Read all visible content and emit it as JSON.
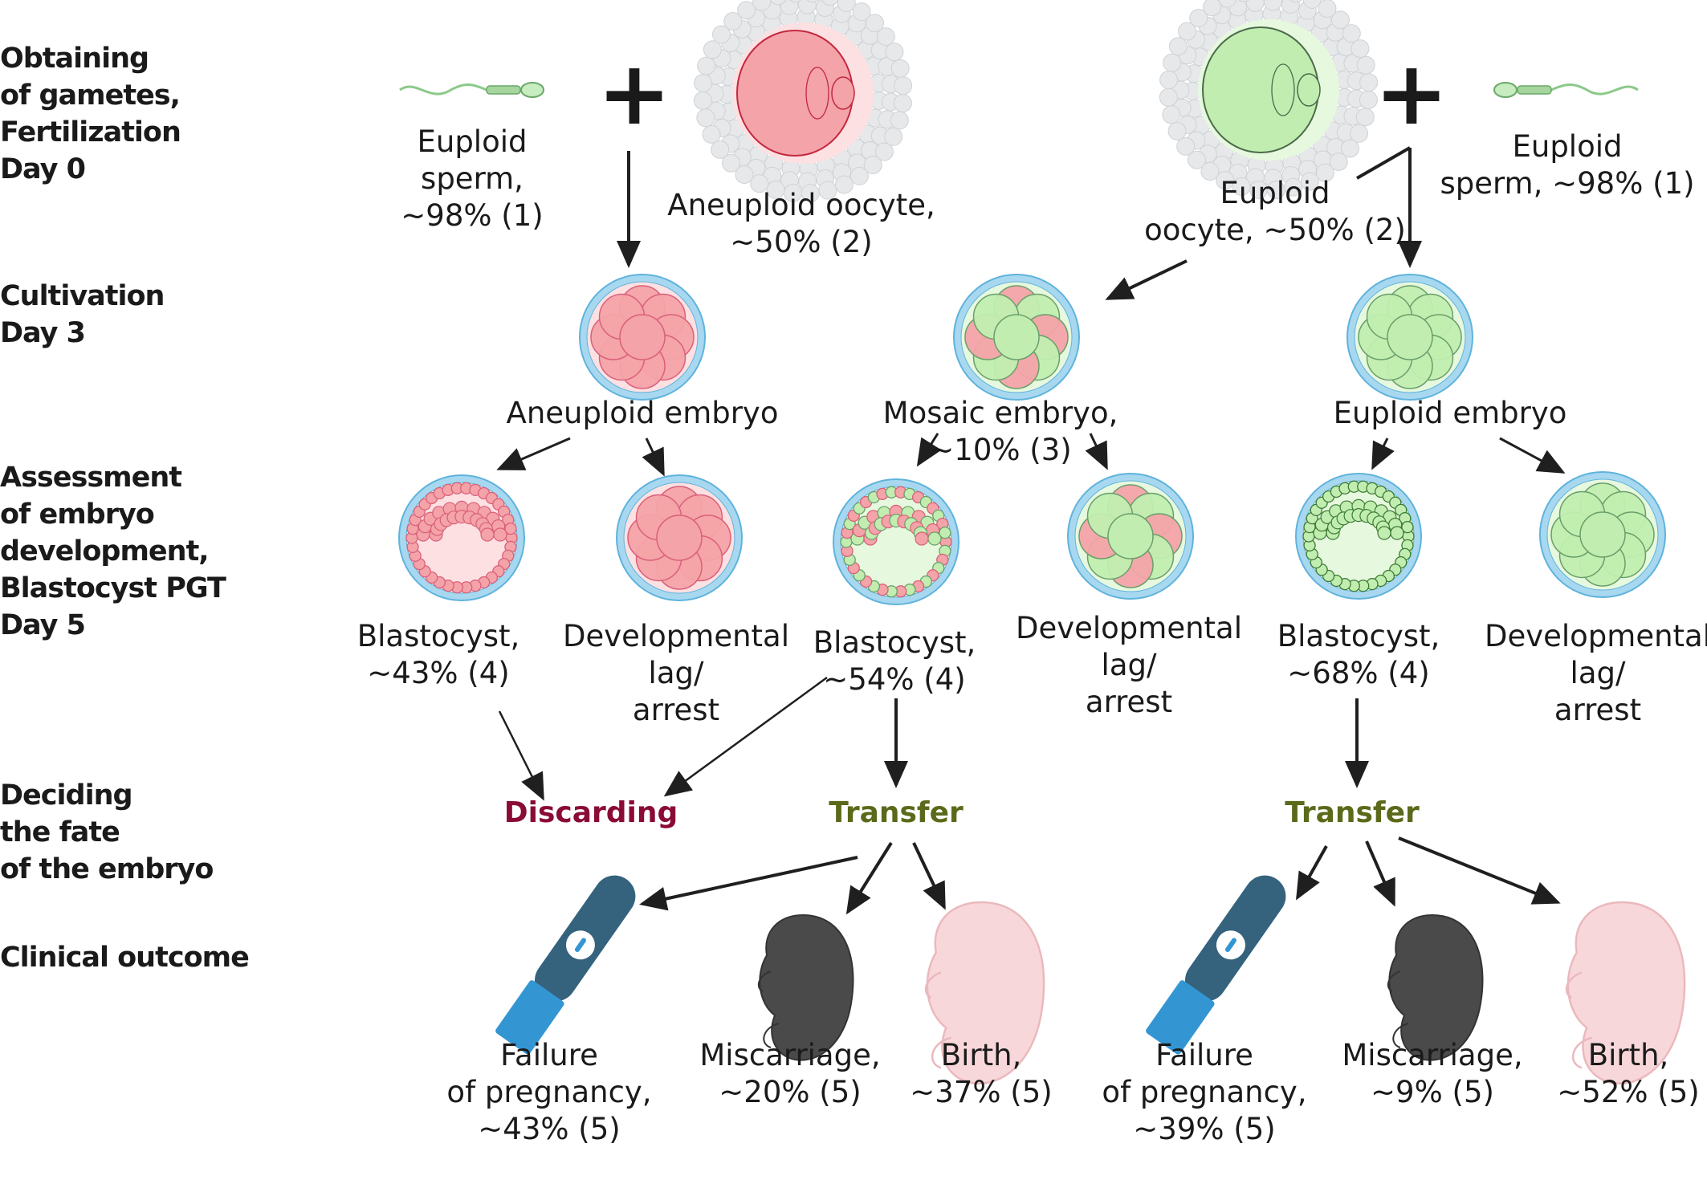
{
  "stages": [
    {
      "id": "gametes",
      "lines": [
        "Obtaining",
        "of gametes,",
        "Fertilization",
        "Day 0"
      ]
    },
    {
      "id": "cultivation",
      "lines": [
        "Cultivation",
        "Day 3"
      ]
    },
    {
      "id": "assessment",
      "lines": [
        "Assessment",
        "of embryo",
        "development,",
        "Blastocyst PGT",
        "Day 5"
      ]
    },
    {
      "id": "deciding",
      "lines": [
        "Deciding",
        "the fate",
        "of the embryo"
      ]
    },
    {
      "id": "outcome",
      "lines": [
        "Clinical outcome"
      ]
    }
  ],
  "gametes": {
    "left_sperm": {
      "lines": [
        "Euploid",
        "sperm,",
        "~98% (1)"
      ],
      "icon": "sperm-icon",
      "color": "#8cc98a"
    },
    "left_oocyte": {
      "lines": [
        "Aneuploid oocyte,",
        "~50% (2)"
      ],
      "icon": "oocyte-icon",
      "color": "#f4b4b6"
    },
    "right_oocyte": {
      "lines": [
        "Euploid",
        "oocyte, ~50% (2)"
      ],
      "icon": "oocyte-icon",
      "color": "#c6efbe"
    },
    "right_sperm": {
      "lines": [
        "Euploid",
        "sperm, ~98% (1)"
      ],
      "icon": "sperm-icon",
      "color": "#8cc98a"
    },
    "plus_symbol": "+"
  },
  "embryos_day3": [
    {
      "id": "aneuploid",
      "label": [
        "Aneuploid embryo"
      ],
      "type": "aneuploid"
    },
    {
      "id": "mosaic",
      "label": [
        "Mosaic embryo,",
        "~10% (3)"
      ],
      "type": "mosaic"
    },
    {
      "id": "euploid",
      "label": [
        "Euploid embryo"
      ],
      "type": "euploid"
    }
  ],
  "day5": [
    {
      "id": "aneu-blast",
      "label": [
        "Blastocyst,",
        "~43% (4)"
      ],
      "type": "aneuploid",
      "form": "blastocyst"
    },
    {
      "id": "aneu-lag",
      "label": [
        "Developmental",
        "lag/",
        "arrest"
      ],
      "type": "aneuploid",
      "form": "morula"
    },
    {
      "id": "mosaic-blast",
      "label": [
        "Blastocyst,",
        "~54% (4)"
      ],
      "type": "mosaic",
      "form": "blastocyst"
    },
    {
      "id": "mosaic-lag",
      "label": [
        "Developmental",
        "lag/",
        "arrest"
      ],
      "type": "mosaic",
      "form": "morula"
    },
    {
      "id": "euploid-blast",
      "label": [
        "Blastocyst,",
        "~68% (4)"
      ],
      "type": "euploid",
      "form": "blastocyst"
    },
    {
      "id": "euploid-lag",
      "label": [
        "Developmental",
        "lag/",
        "arrest"
      ],
      "type": "euploid",
      "form": "morula"
    }
  ],
  "decisions": [
    {
      "id": "discarding",
      "label": "Discarding",
      "color": "#8a0b36"
    },
    {
      "id": "transfer-mosaic",
      "label": "Transfer",
      "color": "#5a6a1a"
    },
    {
      "id": "transfer-euploid",
      "label": "Transfer",
      "color": "#5a6a1a"
    }
  ],
  "outcomes": {
    "mosaic": [
      {
        "id": "failure",
        "label": [
          "Failure",
          "of pregnancy,",
          "~43% (5)"
        ],
        "icon": "pregnancy-test-icon"
      },
      {
        "id": "miscarriage",
        "label": [
          "Miscarriage,",
          "~20% (5)"
        ],
        "icon": "dark-fetus-icon"
      },
      {
        "id": "birth",
        "label": [
          "Birth,",
          "~37% (5)"
        ],
        "icon": "fetus-icon"
      }
    ],
    "euploid": [
      {
        "id": "failure",
        "label": [
          "Failure",
          "of pregnancy,",
          "~39% (5)"
        ],
        "icon": "pregnancy-test-icon"
      },
      {
        "id": "miscarriage",
        "label": [
          "Miscarriage,",
          "~9% (5)"
        ],
        "icon": "dark-fetus-icon"
      },
      {
        "id": "birth",
        "label": [
          "Birth,",
          "~52% (5)"
        ],
        "icon": "fetus-icon"
      }
    ]
  },
  "colors": {
    "aneuploid_fill": "#f4a3a8",
    "aneuploid_stroke": "#d9607a",
    "aneuploid_bg": "#fde0e2",
    "euploid_fill": "#c1eeb0",
    "euploid_stroke": "#6a9e6a",
    "euploid_bg": "#e6f8de",
    "zona": "#a8d8f0",
    "zona_stroke": "#5fb3dc",
    "arrow": "#1f1f1f",
    "test_dark": "#35627c",
    "test_light": "#3396d3",
    "fetus_dark": "#4a4a4a",
    "fetus_pink": "#f8d7da"
  }
}
